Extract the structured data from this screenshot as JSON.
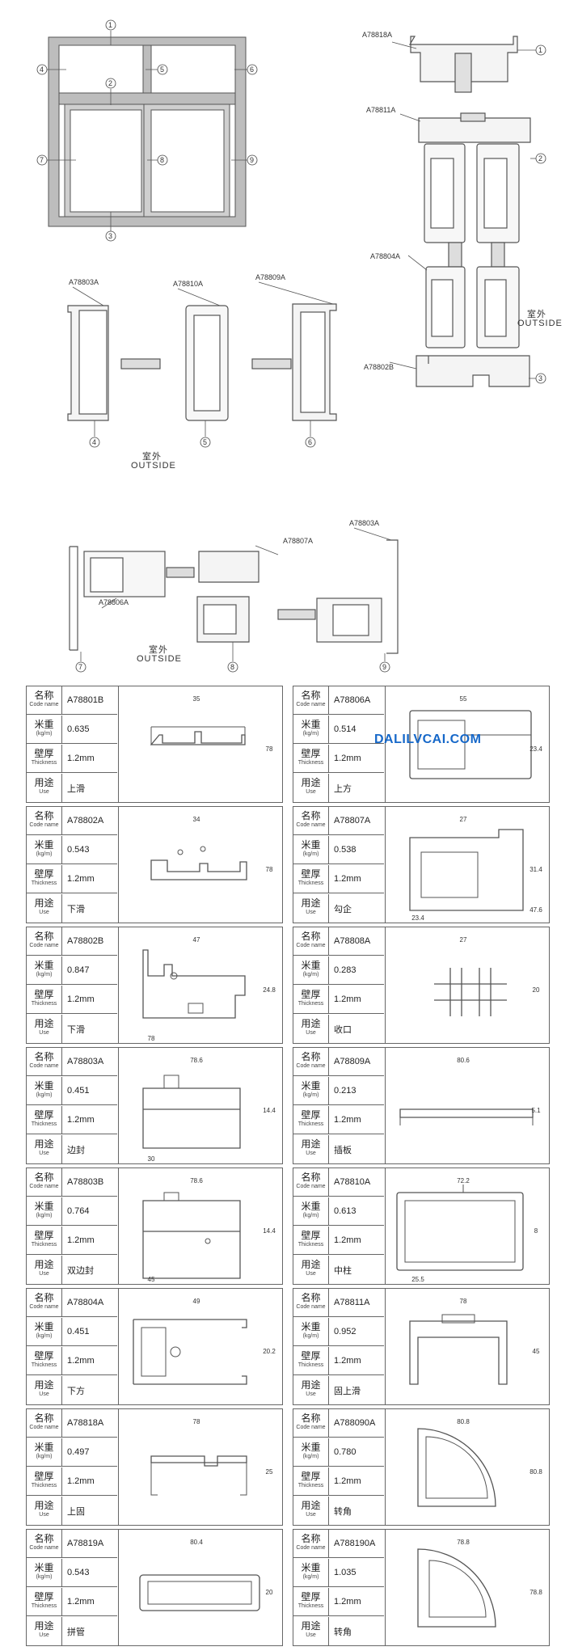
{
  "top_labels": {
    "window_numbers": [
      "1",
      "2",
      "3",
      "4",
      "5",
      "6",
      "7",
      "8",
      "9"
    ],
    "codes_right": [
      "A78818A",
      "A78811A",
      "A78804A",
      "A78802B"
    ],
    "codes_mid": [
      "A78803A",
      "A78810A",
      "A78809A"
    ],
    "codes_bottom": [
      "A78807A",
      "A78803A",
      "A78806A"
    ],
    "outside_cn": "室外",
    "outside_en": "OUTSIDE"
  },
  "row_labels": {
    "code_cn": "名称",
    "code_en": "Code name",
    "weight_cn": "米重",
    "weight_en": "(kg/m)",
    "thick_cn": "壁厚",
    "thick_en": "Thickness",
    "use_cn": "用途",
    "use_en": "Use"
  },
  "watermark": "DALILVCAI.COM",
  "profiles": [
    {
      "code": "A78801B",
      "weight": "0.635",
      "thickness": "1.2mm",
      "use": "上滑",
      "dims": [
        "35",
        "78"
      ]
    },
    {
      "code": "A78806A",
      "weight": "0.514",
      "thickness": "1.2mm",
      "use": "上方",
      "dims": [
        "55",
        "23.4"
      ]
    },
    {
      "code": "A78802A",
      "weight": "0.543",
      "thickness": "1.2mm",
      "use": "下滑",
      "dims": [
        "34",
        "78"
      ]
    },
    {
      "code": "A78807A",
      "weight": "0.538",
      "thickness": "1.2mm",
      "use": "勾企",
      "dims": [
        "27",
        "31.4",
        "23.4",
        "47.6"
      ]
    },
    {
      "code": "A78802B",
      "weight": "0.847",
      "thickness": "1.2mm",
      "use": "下滑",
      "dims": [
        "47",
        "24.8",
        "78"
      ]
    },
    {
      "code": "A78808A",
      "weight": "0.283",
      "thickness": "1.2mm",
      "use": "收口",
      "dims": [
        "27",
        "20"
      ]
    },
    {
      "code": "A78803A",
      "weight": "0.451",
      "thickness": "1.2mm",
      "use": "边封",
      "dims": [
        "78.6",
        "14.4",
        "30"
      ]
    },
    {
      "code": "A78809A",
      "weight": "0.213",
      "thickness": "1.2mm",
      "use": "插板",
      "dims": [
        "80.6",
        "5.1"
      ]
    },
    {
      "code": "A78803B",
      "weight": "0.764",
      "thickness": "1.2mm",
      "use": "双边封",
      "dims": [
        "78.6",
        "14.4",
        "45"
      ]
    },
    {
      "code": "A78810A",
      "weight": "0.613",
      "thickness": "1.2mm",
      "use": "中柱",
      "dims": [
        "72.2",
        "8",
        "25.5"
      ]
    },
    {
      "code": "A78804A",
      "weight": "0.451",
      "thickness": "1.2mm",
      "use": "下方",
      "dims": [
        "49",
        "20.2"
      ]
    },
    {
      "code": "A78811A",
      "weight": "0.952",
      "thickness": "1.2mm",
      "use": "固上滑",
      "dims": [
        "78",
        "45"
      ]
    },
    {
      "code": "A78818A",
      "weight": "0.497",
      "thickness": "1.2mm",
      "use": "上固",
      "dims": [
        "78",
        "25"
      ]
    },
    {
      "code": "A788090A",
      "weight": "0.780",
      "thickness": "1.2mm",
      "use": "转角",
      "dims": [
        "80.8",
        "80.8"
      ]
    },
    {
      "code": "A78819A",
      "weight": "0.543",
      "thickness": "1.2mm",
      "use": "拼管",
      "dims": [
        "80.4",
        "20"
      ]
    },
    {
      "code": "A788190A",
      "weight": "1.035",
      "thickness": "1.2mm",
      "use": "转角",
      "dims": [
        "78.8",
        "78.8"
      ]
    }
  ]
}
